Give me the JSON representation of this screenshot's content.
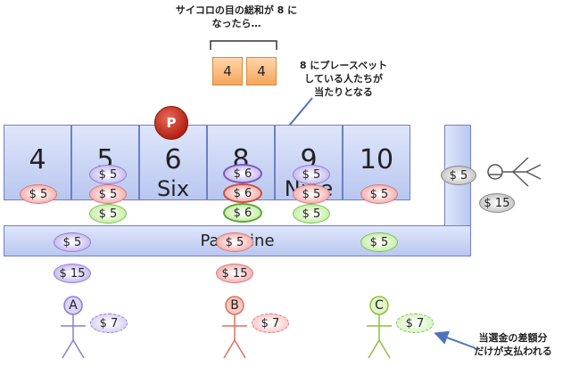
{
  "notes": {
    "dice_sum_line1": "サイコロの目の総和が 8 に",
    "dice_sum_line2": "なったら…",
    "place_bet_line1": "8 にプレースベット",
    "place_bet_line2": "している人たちが",
    "place_bet_line3": "当たりとなる",
    "payout_line1": "当選金の差額分",
    "payout_line2": "だけが支払われる"
  },
  "dice": [
    "4",
    "4"
  ],
  "puck": "P",
  "boxes": [
    {
      "num": "4",
      "word": ""
    },
    {
      "num": "5",
      "word": ""
    },
    {
      "num": "6",
      "word": "Six"
    },
    {
      "num": "8",
      "word": ""
    },
    {
      "num": "9",
      "word": "Nine"
    },
    {
      "num": "10",
      "word": ""
    }
  ],
  "pass_line": "Pass Line",
  "chips": {
    "box4_red": "$ 5",
    "box5_purple": "$ 5",
    "box5_red": "$ 5",
    "box5_green": "$ 5",
    "box8_purple": "$ 6",
    "box8_red": "$ 6",
    "box8_green": "$ 6",
    "box9_purple": "$ 5",
    "box9_red": "$ 5",
    "box9_green": "$ 5",
    "box10_red": "$ 5",
    "dealer_chip": "$ 5",
    "dealer_total": "$ 15",
    "pass_a": "$ 5",
    "pass_b": "$ 5",
    "pass_c": "$ 5",
    "a_total": "$ 15",
    "b_total": "$ 15",
    "a_win": "$ 7",
    "b_win": "$ 7",
    "c_win": "$ 7"
  },
  "players": [
    "A",
    "B",
    "C"
  ],
  "colors": {
    "player_a": "#8e7fc9",
    "player_b": "#e0705a",
    "player_c": "#8fbf3a",
    "dealer": "#555555",
    "arrow": "#4f73b8"
  }
}
